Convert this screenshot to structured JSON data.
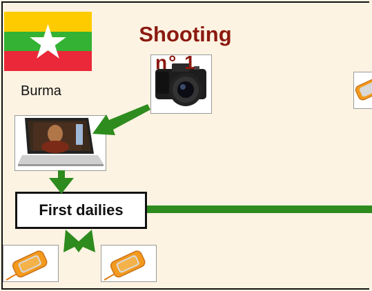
{
  "flag": {
    "stripes": [
      "#fecb00",
      "#34b233",
      "#ea2839"
    ],
    "star_color": "#ffffff"
  },
  "country_label": "Burma",
  "title": {
    "line1": "Shooting",
    "line2": "n° 1",
    "color": "#8b1a10"
  },
  "nodes": {
    "camera": "camera-icon",
    "laptop": "laptop-icon",
    "dailies_label": "First dailies",
    "drives": [
      "hard-drive-icon",
      "hard-drive-icon",
      "hard-drive-icon"
    ]
  },
  "arrow_color": "#2e8b1e",
  "background": "#fdf3e2"
}
